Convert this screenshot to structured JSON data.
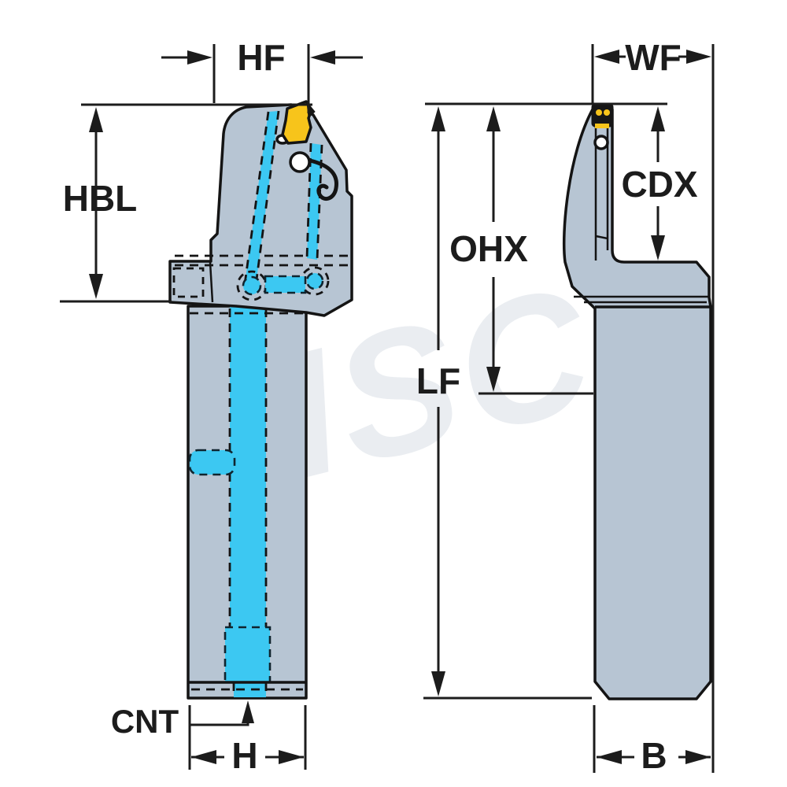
{
  "page": {
    "background": "#ffffff",
    "watermark": "MSC"
  },
  "drawing": {
    "colors": {
      "body": "#b7c5d3",
      "coolant_highlight": "#3cc8f2",
      "insert_yellow": "#f7c41b",
      "outline": "#141414",
      "dimension": "#1c1c1c",
      "watermark": "#eaedf1"
    }
  },
  "dim_labels": {
    "hf": "HF",
    "hbl": "HBL",
    "cnt": "CNT",
    "h": "H",
    "wf": "WF",
    "cdx": "CDX",
    "ohx": "OHX",
    "lf": "LF",
    "b": "B"
  }
}
